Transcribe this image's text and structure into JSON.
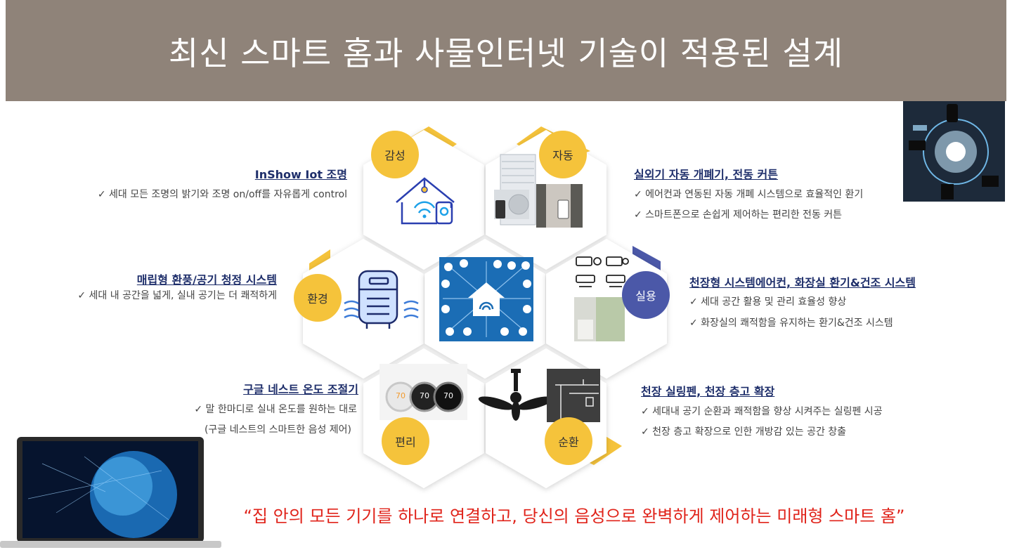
{
  "header": {
    "title": "최신 스마트 홈과 사물인터넷 기술이 적용된 설계"
  },
  "colors": {
    "banner": "#8f8379",
    "accent_yellow": "#f5c33b",
    "accent_blue": "#4b58a8",
    "title_text": "#1f2f6b",
    "quote": "#e0231a"
  },
  "hexagons": [
    {
      "badge": "감성",
      "icon": "smart-house-wifi-icon"
    },
    {
      "badge": "자동",
      "icon": "window-ac-curtain-photo"
    },
    {
      "badge": "환경",
      "icon": "air-purifier-icon"
    },
    {
      "badge": "실용",
      "icon": "ceiling-ac-bathroom-photo"
    },
    {
      "badge": "편리",
      "icon": "nest-thermostat-photo"
    },
    {
      "badge": "순환",
      "icon": "ceiling-fan-icon"
    }
  ],
  "features": {
    "lighting": {
      "title": "InShow Iot 조명",
      "bullets": [
        "✓  세대 모든 조명의 밝기와 조명 on/off를 자유롭게 control"
      ]
    },
    "window": {
      "title": "실외기 자동 개폐기, 전동 커튼",
      "bullets": [
        "✓  에어컨과 연동된 자동 개폐 시스템으로 효율적인 환기",
        "✓  스마트폰으로 손쉽게 제어하는 편리한 전동 커튼"
      ]
    },
    "ventilation": {
      "title": "매립형 환풍/공기 청정 시스템",
      "bullets": [
        "✓  세대 내 공간을 넓게, 실내 공기는 더 쾌적하게"
      ]
    },
    "aircon": {
      "title": "천장형 시스템에어컨, 화장실 환기&건조 시스템",
      "bullets": [
        "✓  세대 공간 활용 및 관리 효율성 향상",
        "✓  화장실의 쾌적함을 유지하는 환기&건조 시스템"
      ]
    },
    "thermostat": {
      "title": "구글 네스트 온도 조절기",
      "bullets": [
        "✓  말 한마디로 실내 온도를 원하는 대로",
        "(구글 네스트의 스마트한 음성 제어)"
      ]
    },
    "fan": {
      "title": "천장 실링펜, 천장 층고 확장",
      "bullets": [
        "✓  세대내 공기 순환과 쾌적함을 향상 시켜주는 실링펜 시공",
        "✓  천장 층고 확장으로 인한 개방감 있는 공간 창출"
      ]
    }
  },
  "thermostat_readings": [
    "70",
    "70",
    "70"
  ],
  "quote": "“집 안의 모든 기기를 하나로 연결하고, 당신의 음성으로 완벽하게 제어하는 미래형 스마트 홈”"
}
